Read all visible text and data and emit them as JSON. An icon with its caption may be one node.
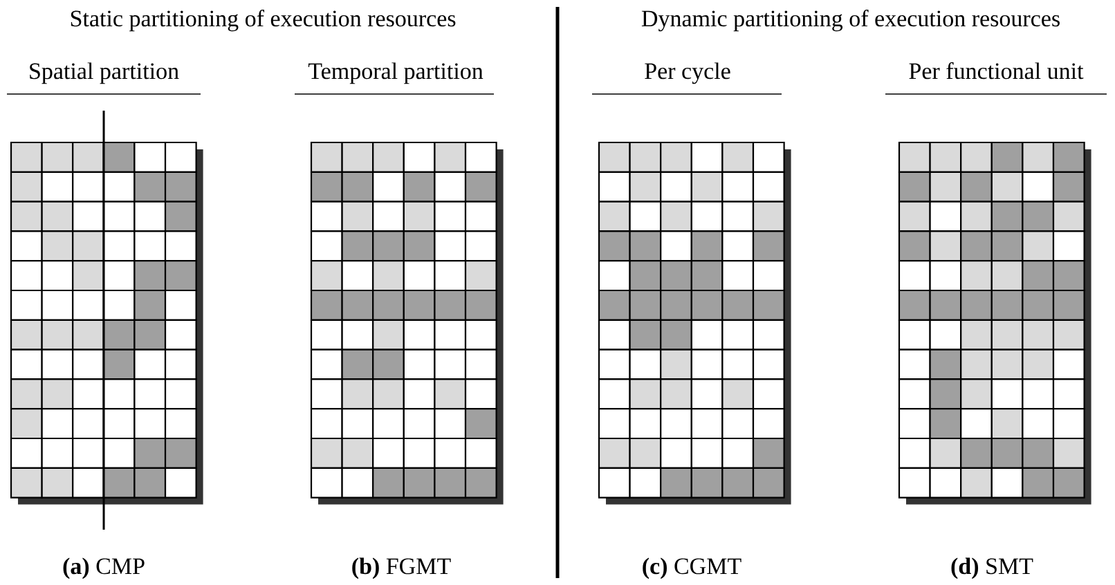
{
  "diagram": {
    "labels": [
      "Static partitioning of execution resources",
      "Dynamic partitioning of execution resources",
      "Spatial partition",
      "Temporal partition",
      "Per cycle",
      "Per functional unit",
      "**(a)** CMP",
      "**(b)** FGMT",
      "**(c)** CGMT",
      "**(d)** SMT"
    ]
  }
}
